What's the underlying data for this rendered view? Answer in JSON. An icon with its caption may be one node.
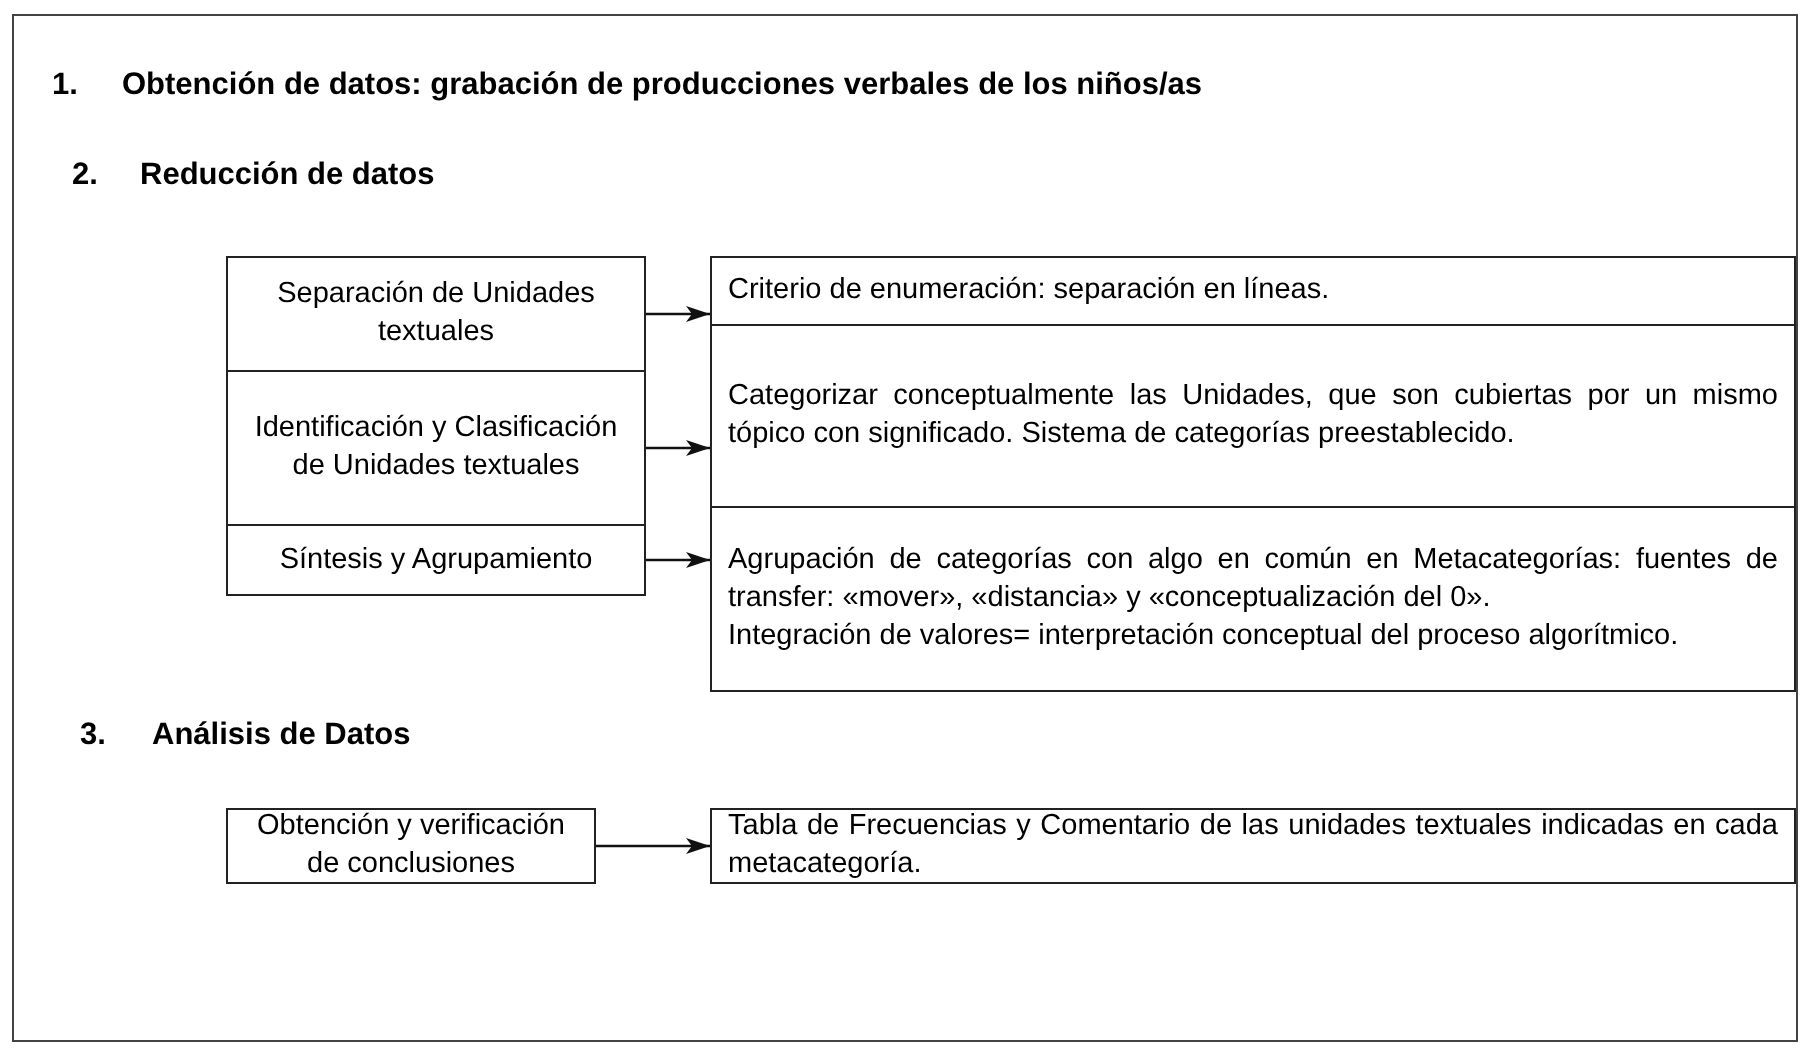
{
  "diagram": {
    "nodes": [
      {
        "text": [
          "Separación de Unidades textuales"
        ]
      },
      {
        "text": [
          "Identificación y Clasificación de Unidades textuales"
        ]
      },
      {
        "text": [
          "Síntesis y Agrupamiento"
        ]
      },
      {
        "text": [
          "Criterio de enumeración: separación en líneas."
        ]
      },
      {
        "text": [
          "Categorizar conceptualmente las Unidades, que son cubiertas por un mismo tópico con significado. Sistema de categorías preestablecido."
        ]
      },
      {
        "text": [
          "Agrupación de categorías con algo en común en Metacategorías: fuentes de transfer: «mover», «distancia» y «conceptualización del 0».",
          "Integración de valores= interpretación conceptual del proceso algorítmico."
        ]
      },
      {
        "text": [
          "Obtención y verificación de conclusiones"
        ]
      },
      {
        "text": [
          "Tabla de Frecuencias y Comentario de las unidades textuales indicadas en cada metacategoría."
        ]
      }
    ],
    "edges": [
      {
        "from": 0,
        "to": 3,
        "arrow": "to"
      },
      {
        "from": 1,
        "to": 4,
        "arrow": "to"
      },
      {
        "from": 2,
        "to": 5,
        "arrow": "to"
      },
      {
        "from": 6,
        "to": 7,
        "arrow": "to"
      }
    ],
    "labels": [
      "1.",
      "Obtención de datos: grabación de producciones verbales de los niños/as",
      "2.",
      "Reducción de datos",
      "3.",
      "Análisis de Datos"
    ]
  }
}
